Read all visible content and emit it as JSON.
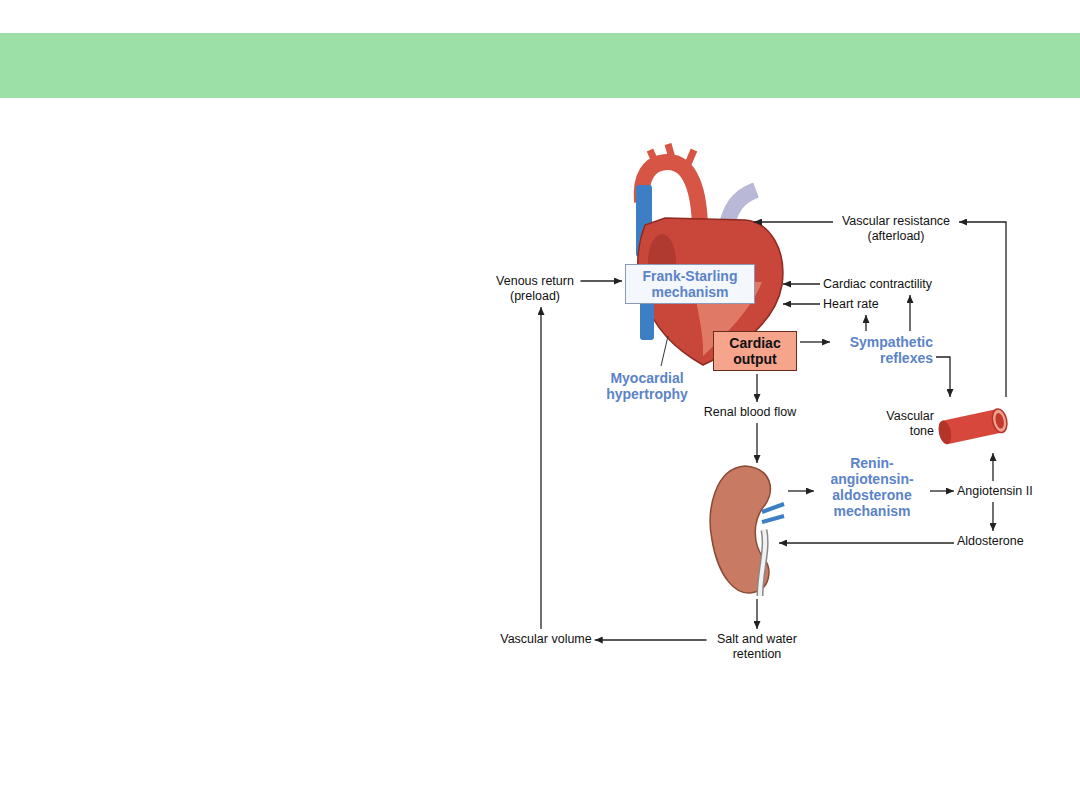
{
  "diagram": {
    "nodes": [
      {
        "text": [
          "Vascular resistance (afterload)"
        ]
      },
      {
        "text": [
          "Venous return (preload)"
        ]
      },
      {
        "text": [
          "Frank-Starling mechanism"
        ]
      },
      {
        "text": [
          "Cardiac contractility"
        ]
      },
      {
        "text": [
          "Heart rate"
        ]
      },
      {
        "text": [
          "Cardiac output"
        ]
      },
      {
        "text": [
          "Sympathetic reflexes"
        ]
      },
      {
        "text": [
          "Renal blood flow"
        ]
      },
      {
        "text": [
          "Vascular tone"
        ]
      },
      {
        "text": [
          "Renin- angiotensin- aldosterone mechanism"
        ]
      },
      {
        "text": [
          "Angiotensin II"
        ]
      },
      {
        "text": [
          "Aldosterone"
        ]
      },
      {
        "text": [
          "Salt and water retention"
        ]
      },
      {
        "text": [
          "Vascular volume"
        ]
      }
    ],
    "edges": [
      {
        "from": 1,
        "to": 2,
        "arrow": "to"
      },
      {
        "from": 5,
        "to": 6,
        "arrow": "to"
      },
      {
        "from": 6,
        "to": 4,
        "arrow": "to"
      },
      {
        "from": 6,
        "to": 3,
        "arrow": "to"
      },
      {
        "from": 6,
        "to": 8,
        "arrow": "to"
      },
      {
        "from": 5,
        "to": 7,
        "arrow": "to"
      },
      {
        "from": 9,
        "to": 10,
        "arrow": "to"
      },
      {
        "from": 10,
        "to": 8,
        "arrow": "to"
      },
      {
        "from": 10,
        "to": 11,
        "arrow": "to"
      },
      {
        "from": 8,
        "to": 0,
        "arrow": "to"
      },
      {
        "from": 12,
        "to": 13,
        "arrow": "to"
      },
      {
        "from": 13,
        "to": 1,
        "arrow": "to"
      }
    ],
    "labels": [
      "Myocardial hypertrophy"
    ]
  }
}
